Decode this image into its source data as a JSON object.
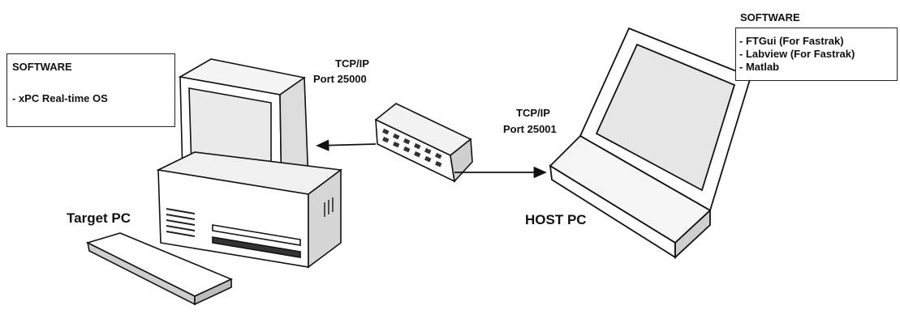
{
  "target_software": {
    "title": "SOFTWARE",
    "items": [
      "- xPC Real-time OS"
    ]
  },
  "host_software": {
    "title": "SOFTWARE",
    "items": [
      "- FTGui (For Fastrak)",
      "- Labview (For Fastrak)",
      "- Matlab"
    ]
  },
  "link_target": {
    "protocol": "TCP/IP",
    "port": "Port 25000"
  },
  "link_host": {
    "protocol": "TCP/IP",
    "port": "Port 25001"
  },
  "target_pc_label": "Target PC",
  "host_pc_label": "HOST PC"
}
